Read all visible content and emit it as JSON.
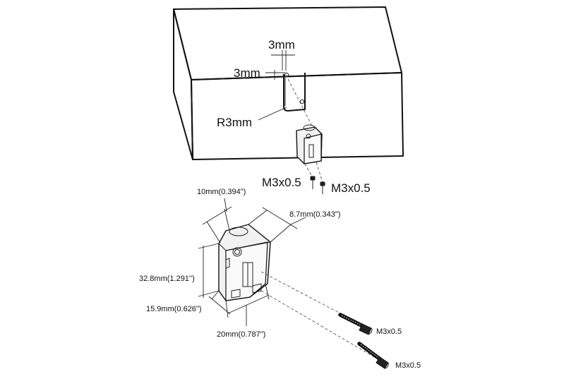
{
  "top_view": {
    "dim_horizontal": "3mm",
    "dim_vertical": "3mm",
    "radius": "R3mm",
    "screw_left": "M3x0.5",
    "screw_right": "M3x0.5"
  },
  "bottom_view": {
    "dim_width": "10mm(0.394\")",
    "dim_depth": "8.7mm(0.343\")",
    "dim_height": "32.8mm(1.291'')",
    "dim_base_depth": "15.9mm(0.626\")",
    "dim_base_width": "20mm(0.787\")",
    "screw_upper": "M3x0.5",
    "screw_lower": "M3x0.5"
  }
}
